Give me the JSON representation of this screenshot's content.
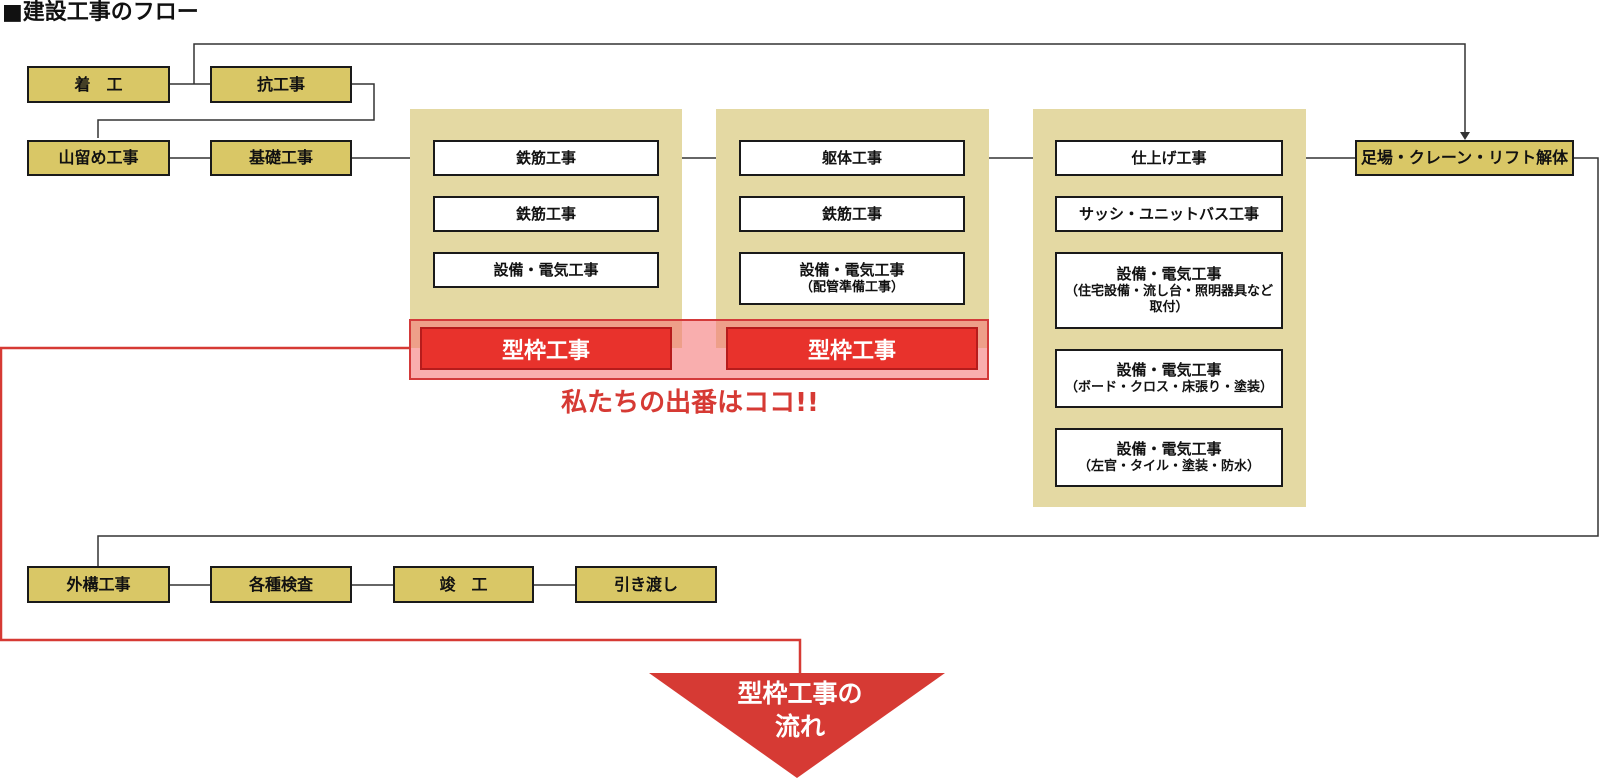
{
  "title": "■建設工事のフロー",
  "colors": {
    "gold": "#d9c766",
    "panel": "#e4d9a3",
    "red": "#e8322c",
    "accent_red": "#d63a34"
  },
  "row1": {
    "chakko": "着　工",
    "kui": "抗工事"
  },
  "row2": {
    "yamadome": "山留め工事",
    "kiso": "基礎工事",
    "ashiba": "足場・クレーン・リフト解体"
  },
  "col1": {
    "item1": "鉄筋工事",
    "item2": "鉄筋工事",
    "item3": "設備・電気工事"
  },
  "col2": {
    "item1": "躯体工事",
    "item2": "鉄筋工事",
    "item3": "設備・電気工事",
    "item3_sub": "（配管準備工事）"
  },
  "col3": {
    "item1": "仕上げ工事",
    "item2": "サッシ・ユニットバス工事",
    "item3": "設備・電気工事",
    "item3_sub1": "（住宅設備・流し台・照明器具など",
    "item3_sub2": "取付）",
    "item4": "設備・電気工事",
    "item4_sub": "（ボード・クロス・床張り・塗装）",
    "item5": "設備・電気工事",
    "item5_sub": "（左官・タイル・塗装・防水）"
  },
  "formwork": {
    "left": "型枠工事",
    "right": "型枠工事",
    "callout": "私たちの出番はココ!!"
  },
  "row_bottom": {
    "gaiko": "外構工事",
    "kensa": "各種検査",
    "shunko": "竣　工",
    "hikiwatashi": "引き渡し"
  },
  "arrow": {
    "line1": "型枠工事の",
    "line2": "流れ"
  }
}
